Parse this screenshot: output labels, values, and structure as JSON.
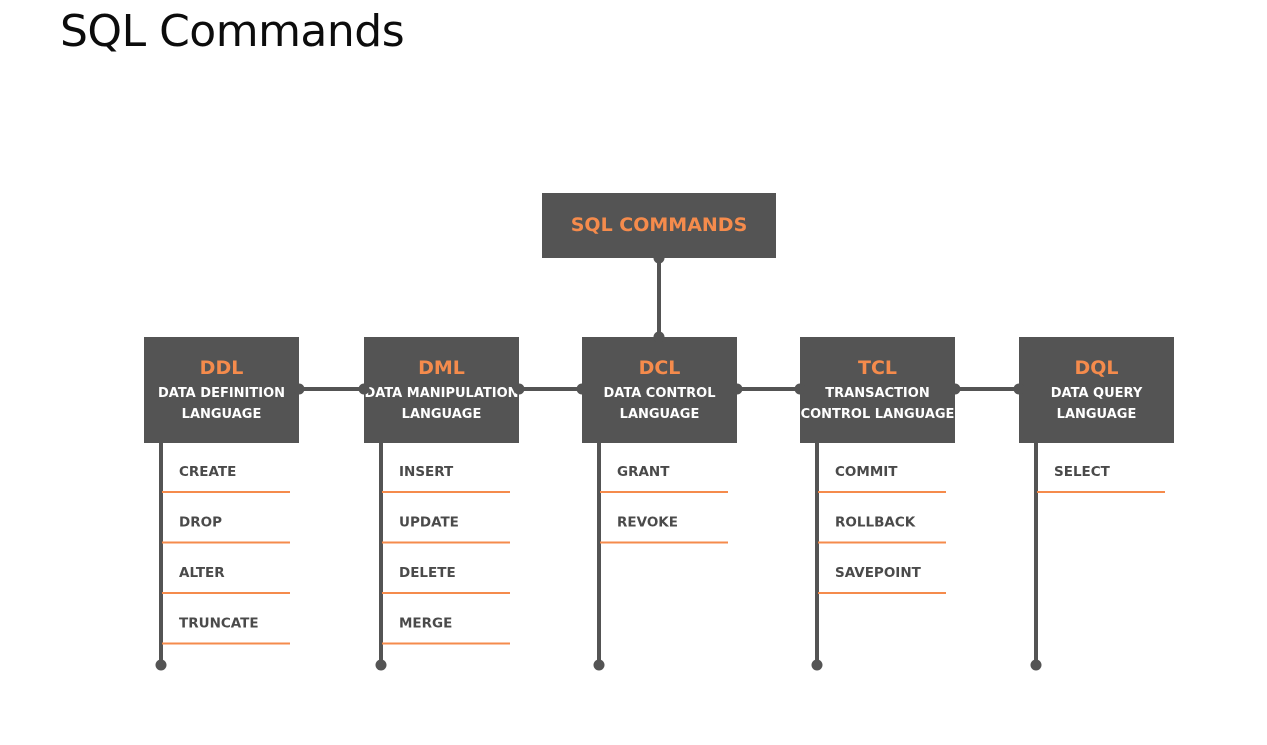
{
  "page": {
    "title": "SQL Commands"
  },
  "diagram": {
    "root": "SQL COMMANDS",
    "categories": [
      {
        "code": "DDL",
        "name_lines": [
          "DATA DEFINITION",
          "LANGUAGE"
        ],
        "commands": [
          "CREATE",
          "DROP",
          "ALTER",
          "TRUNCATE"
        ]
      },
      {
        "code": "DML",
        "name_lines": [
          "DATA MANIPULATION",
          "LANGUAGE"
        ],
        "commands": [
          "INSERT",
          "UPDATE",
          "DELETE",
          "MERGE"
        ]
      },
      {
        "code": "DCL",
        "name_lines": [
          "DATA CONTROL",
          "LANGUAGE"
        ],
        "commands": [
          "GRANT",
          "REVOKE"
        ]
      },
      {
        "code": "TCL",
        "name_lines": [
          "TRANSACTION",
          "CONTROL LANGUAGE"
        ],
        "commands": [
          "COMMIT",
          "ROLLBACK",
          "SAVEPOINT"
        ]
      },
      {
        "code": "DQL",
        "name_lines": [
          "DATA QUERY",
          "LANGUAGE"
        ],
        "commands": [
          "SELECT"
        ]
      }
    ],
    "colors": {
      "box": "#545454",
      "accent": "#f58b4c",
      "text_light": "#ffffff",
      "item_text": "#4a4a4a",
      "line": "#545454",
      "underline": "#f58b4c"
    }
  }
}
